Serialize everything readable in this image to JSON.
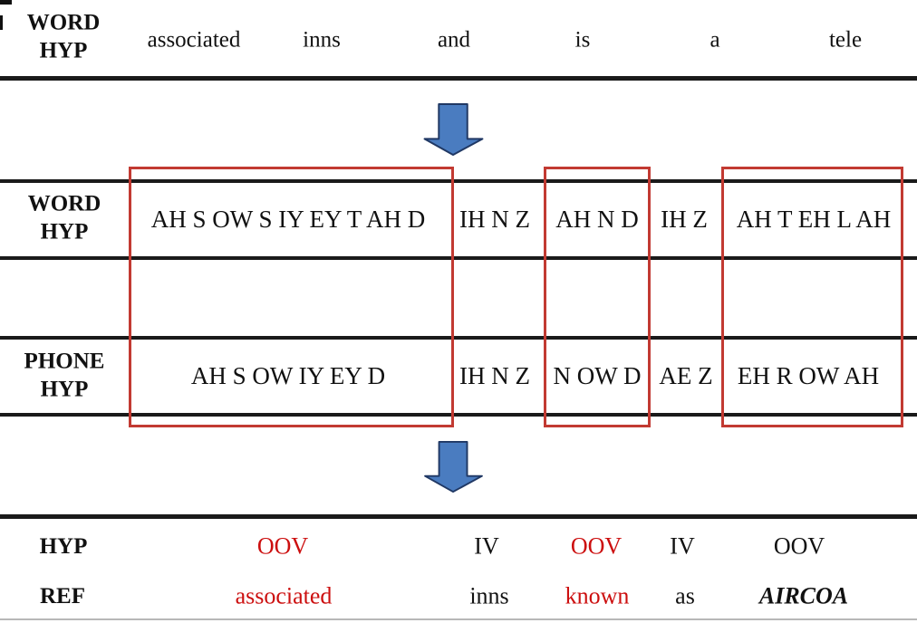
{
  "colors": {
    "highlight_box_red": "#c23a32",
    "oov_text_red": "#cc0f0f",
    "arrow_fill": "#4a7cc0",
    "arrow_outline": "#203864",
    "line_black": "#1a1a1a",
    "bottom_border_gray": "#b8b8b8"
  },
  "icons": {
    "down_arrow": "down-arrow"
  },
  "top_row": {
    "label": "WORD\nHYP",
    "words": [
      "associated",
      "inns",
      "and",
      "is",
      "a",
      "tele"
    ]
  },
  "middle_table": {
    "word_hyp_row": {
      "label": "WORD\nHYP",
      "cells": [
        "AH S OW S IY EY T AH D",
        "IH N Z",
        "AH N D",
        "IH Z",
        "AH T EH L AH"
      ]
    },
    "phone_hyp_row": {
      "label": "PHONE\nHYP",
      "cells": [
        "AH S OW IY EY D",
        "IH N Z",
        "N OW D",
        "AE Z",
        "EH R OW AH"
      ]
    }
  },
  "bottom_table": {
    "hyp_row": {
      "label": "HYP",
      "cells": [
        "OOV",
        "IV",
        "OOV",
        "IV",
        "OOV"
      ]
    },
    "ref_row": {
      "label": "REF",
      "cells": [
        "associated",
        "inns",
        "known",
        "as",
        "AIRCOA"
      ]
    }
  }
}
